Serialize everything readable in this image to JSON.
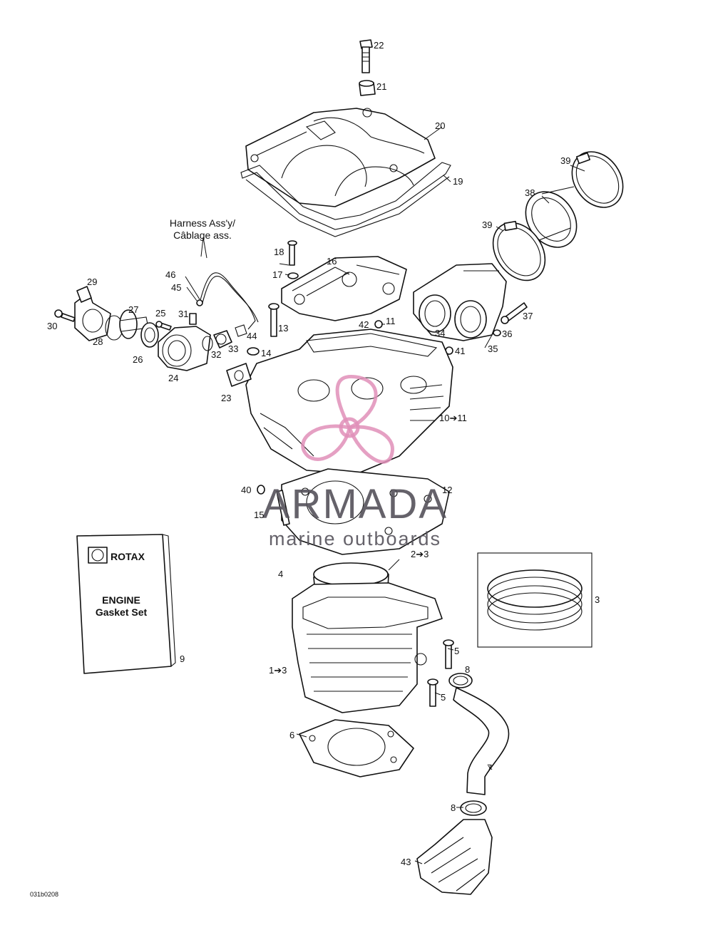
{
  "harness_label": [
    "Harness Ass'y/",
    "Câblage ass."
  ],
  "gasket_set": {
    "brand": "ROTAX",
    "title": [
      "ENGINE",
      "Gasket Set"
    ]
  },
  "watermark": {
    "name": "ARMADA",
    "tagline": "marine outboards"
  },
  "drawing_ref": "031b0208",
  "callouts": {
    "c22": "22",
    "c21": "21",
    "c20": "20",
    "c19": "19",
    "c39a": "39",
    "c38": "38",
    "c39b": "39",
    "c18": "18",
    "c16": "16",
    "c17": "17",
    "c46": "46",
    "c45": "45",
    "c29": "29",
    "c27": "27",
    "c25": "25",
    "c31": "31",
    "c30": "30",
    "c28": "28",
    "c26": "26",
    "c24": "24",
    "c32": "32",
    "c33": "33",
    "c44": "44",
    "c13": "13",
    "c14": "14",
    "c42": "42",
    "c11": "11",
    "c37": "37",
    "c36": "36",
    "c34": "34",
    "c35": "35",
    "c41": "41",
    "c23": "23",
    "c10": "10➔11",
    "c40": "40",
    "c15": "15",
    "c12": "12",
    "c2": "2➔3",
    "c4": "4",
    "c3": "3",
    "c5a": "5",
    "c8a": "8",
    "c5b": "5",
    "c9": "9",
    "c1": "1➔3",
    "c6": "6",
    "c7": "7",
    "c8b": "8",
    "c43": "43"
  }
}
